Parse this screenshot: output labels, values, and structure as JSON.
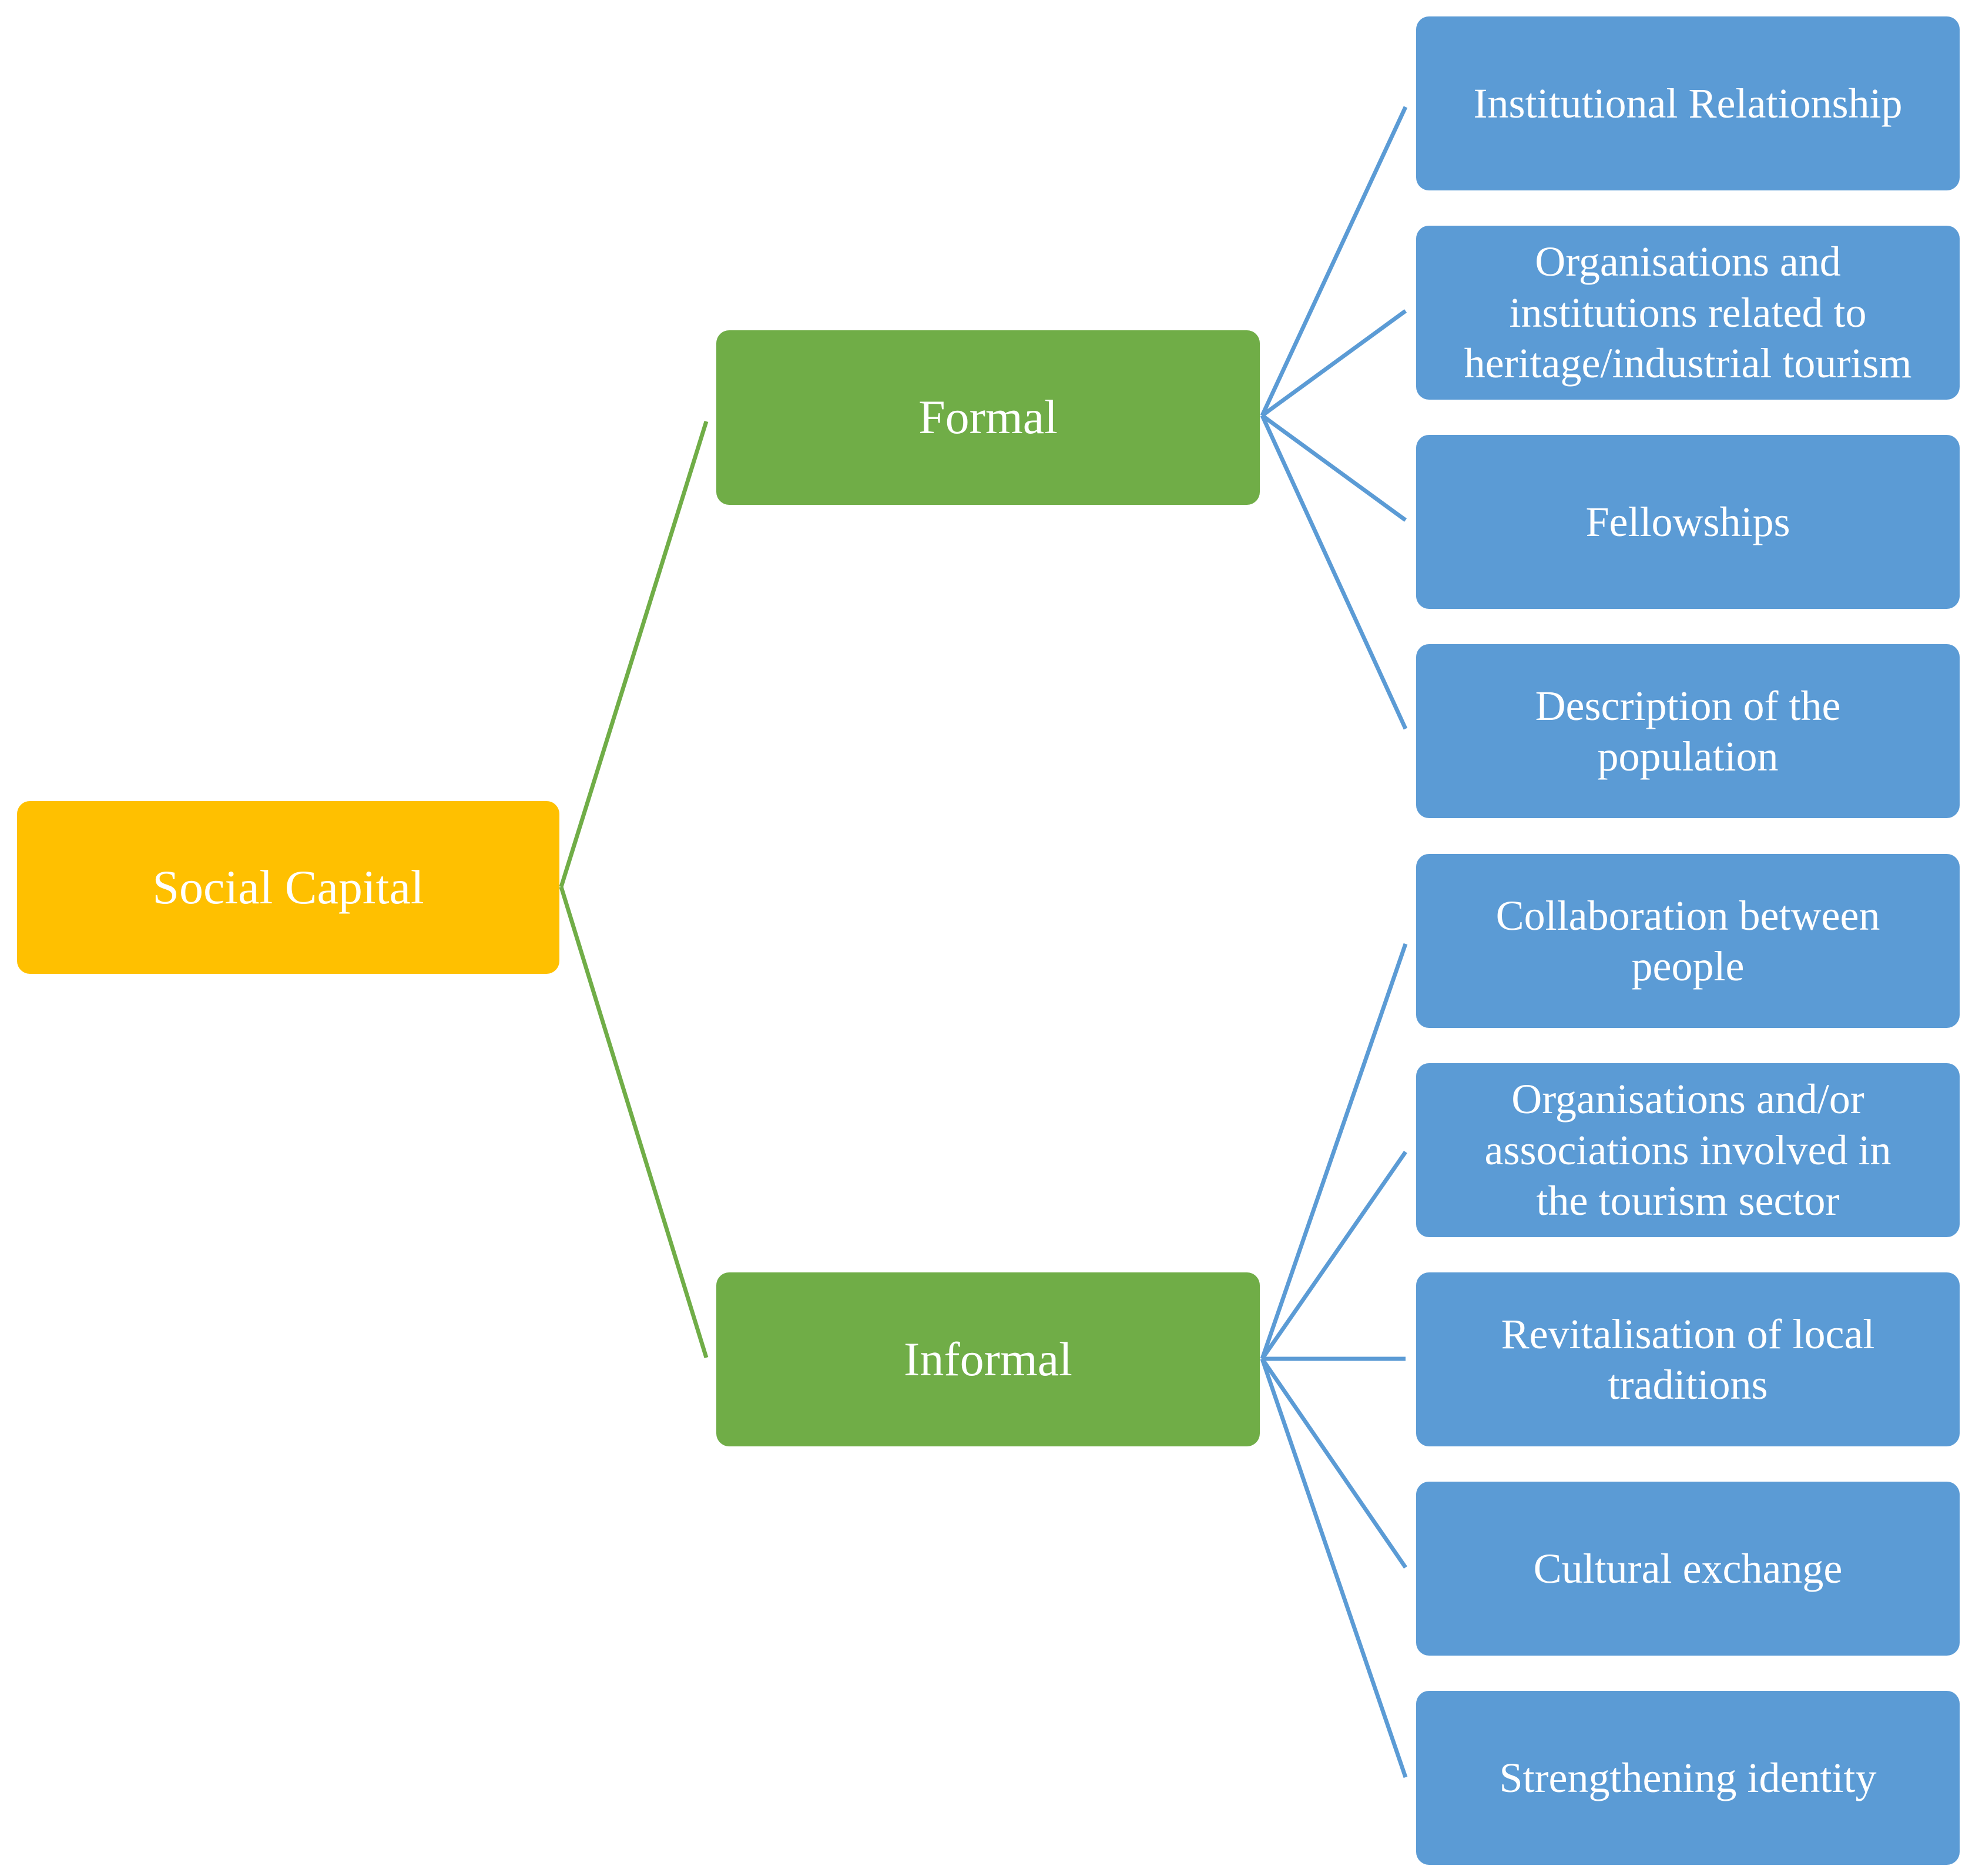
{
  "colors": {
    "root_fill": "#FFC000",
    "branch_fill": "#70AD47",
    "leaf_fill": "#5B9BD5",
    "root_link": "#70AD47",
    "branch_link": "#5B9BD5",
    "text": "#FFFFFF"
  },
  "root": {
    "label": "Social Capital"
  },
  "branches": [
    {
      "label": "Formal",
      "children": [
        "Institutional Relationship",
        "Organisations and\ninstitutions related to\nheritage/industrial tourism",
        "Fellowships",
        "Description of the\npopulation"
      ]
    },
    {
      "label": "Informal",
      "children": [
        "Collaboration between\npeople",
        "Organisations and/or\nassociations involved in\nthe tourism sector",
        "Revitalisation of local\ntraditions",
        "Cultural exchange",
        "Strengthening identity"
      ]
    }
  ]
}
